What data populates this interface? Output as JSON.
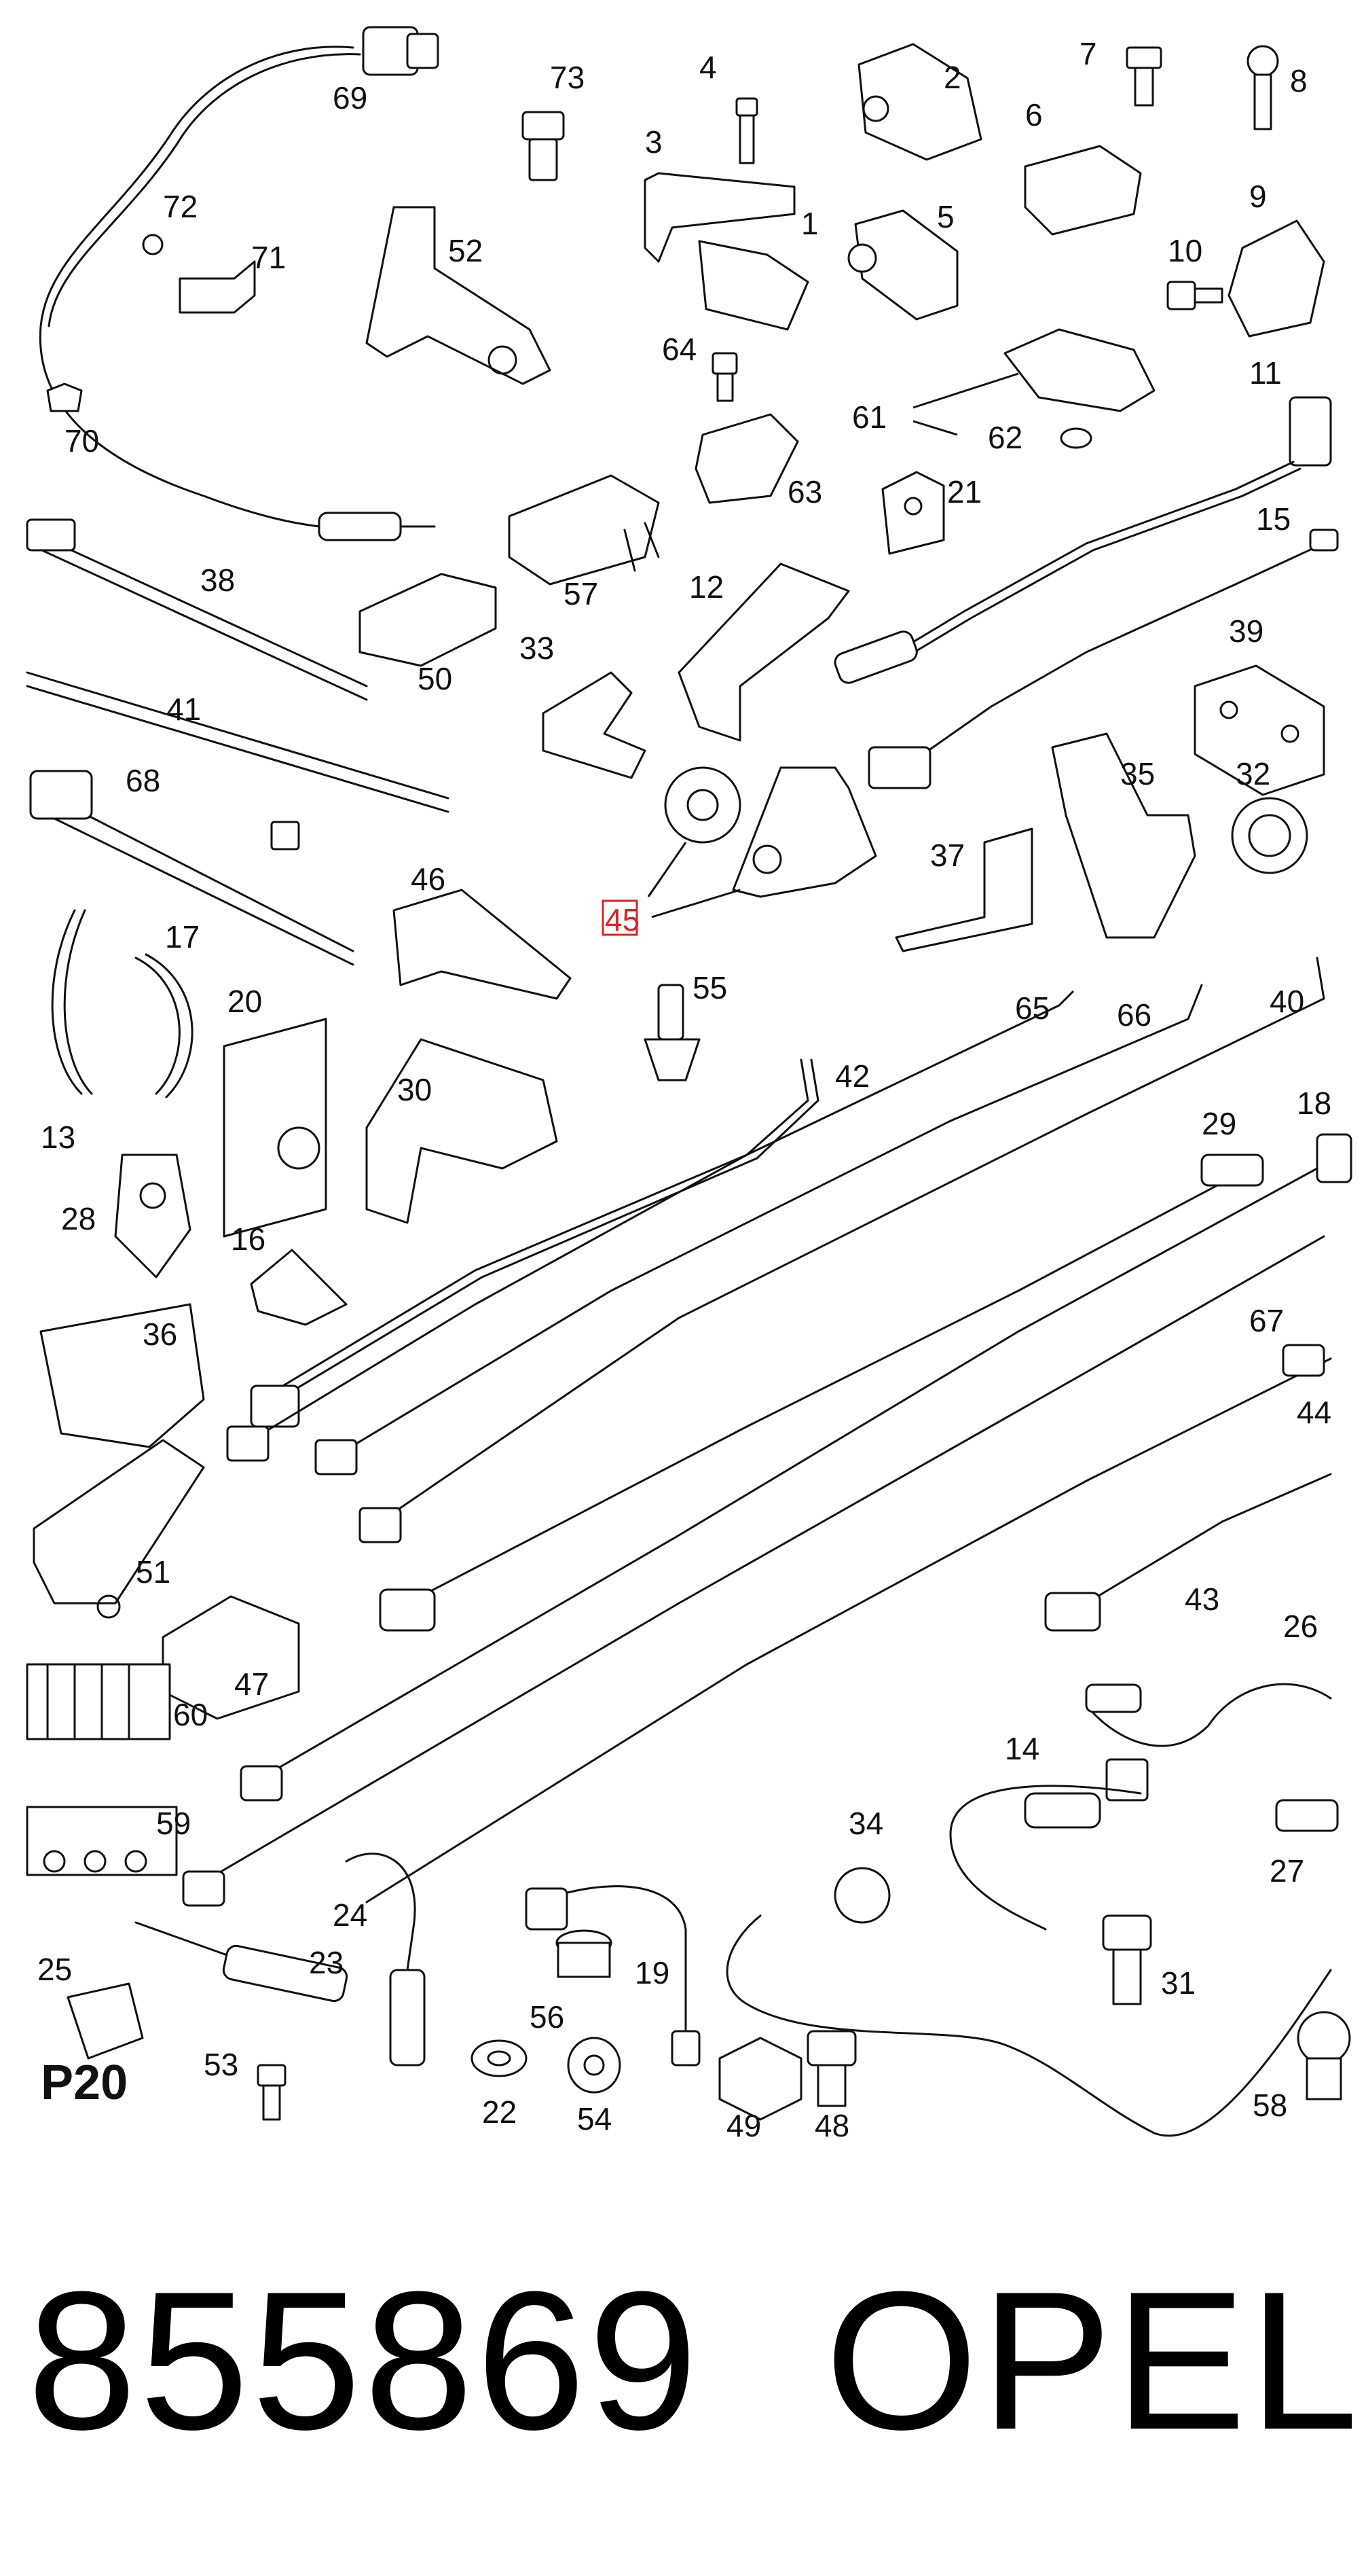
{
  "diagram": {
    "page_code": "P20",
    "highlighted_callout": "45",
    "callouts": [
      "69",
      "73",
      "4",
      "2",
      "7",
      "8",
      "3",
      "1",
      "5",
      "6",
      "9",
      "10",
      "72",
      "71",
      "52",
      "64",
      "61",
      "62",
      "11",
      "70",
      "63",
      "21",
      "57",
      "12",
      "15",
      "38",
      "50",
      "33",
      "39",
      "41",
      "68",
      "35",
      "32",
      "45",
      "37",
      "46",
      "17",
      "55",
      "65",
      "66",
      "40",
      "20",
      "42",
      "30",
      "13",
      "18",
      "29",
      "28",
      "16",
      "36",
      "67",
      "44",
      "51",
      "47",
      "43",
      "26",
      "60",
      "14",
      "59",
      "34",
      "27",
      "24",
      "31",
      "23",
      "19",
      "25",
      "56",
      "53",
      "22",
      "54",
      "49",
      "48",
      "58"
    ],
    "part_number": "855869",
    "brand": "OPEL"
  }
}
